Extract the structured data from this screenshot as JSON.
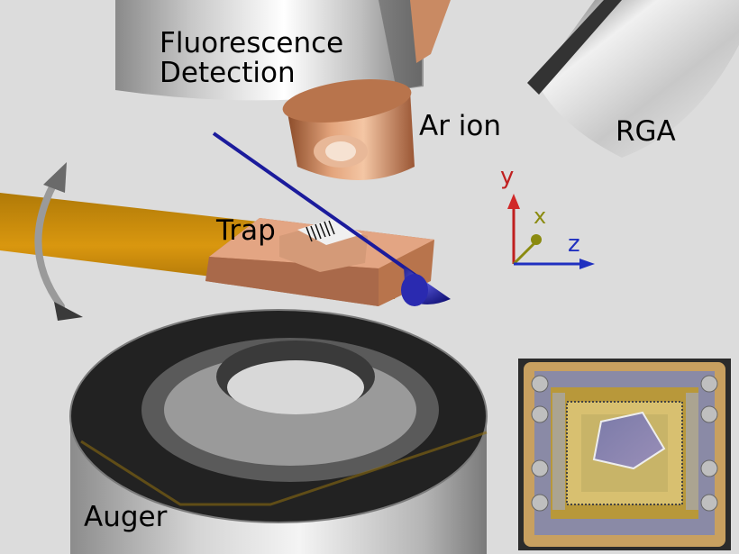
{
  "labels": {
    "fluorescence": "Fluorescence\nDetection",
    "ar_ion": "Ar ion",
    "rga": "RGA",
    "trap": "Trap",
    "auger": "Auger"
  },
  "axes": {
    "y": "y",
    "x": "x",
    "z": "z"
  },
  "colors": {
    "background": "#dcdcdc",
    "copper": "#c98a63",
    "gold_arm": "#c88a0c",
    "beam_arrow": "#1b1b9c",
    "axis_y": "#c02020",
    "axis_x": "#8b8b10",
    "axis_z": "#2030c0"
  },
  "icons": {
    "rotation": "curved-double-arrow-icon"
  }
}
